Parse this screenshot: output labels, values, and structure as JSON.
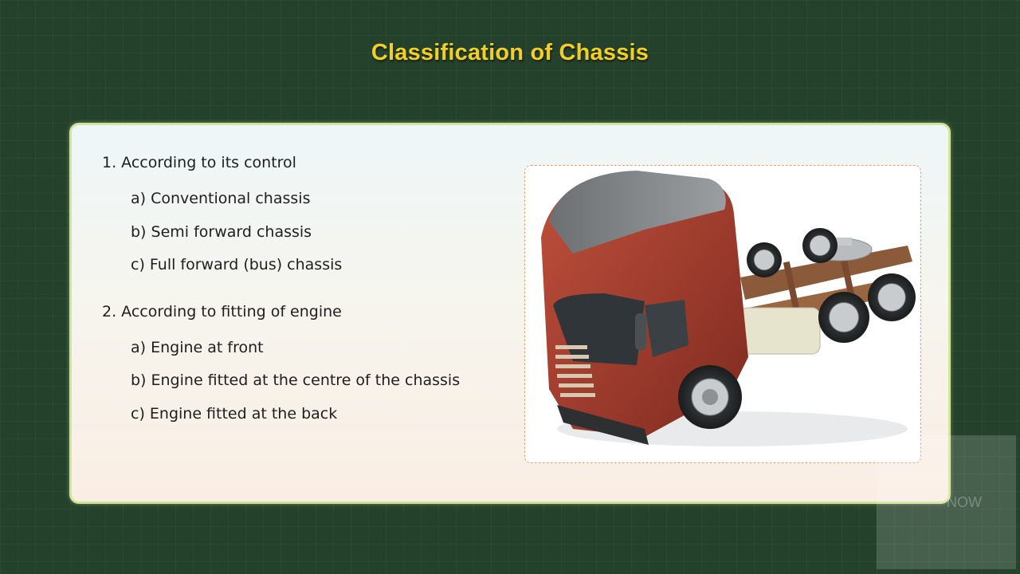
{
  "slide": {
    "title": "Classification of Chassis"
  },
  "sections": [
    {
      "heading": "1. According to its control",
      "items": [
        "a) Conventional chassis",
        "b) Semi forward chassis",
        "c) Full forward (bus) chassis"
      ]
    },
    {
      "heading": "2. According to fitting of engine",
      "items": [
        "a) Engine at front",
        "b) Engine fitted at the centre of the chassis",
        "c) Engine fitted at the back"
      ]
    }
  ],
  "image": {
    "icon": "truck-chassis-illustration"
  },
  "watermark": {
    "text": "NOW"
  },
  "colors": {
    "background": "#24412b",
    "title": "#f2cf22",
    "panel_border": "#cfe59a",
    "image_border": "#e8a068",
    "cab_red": "#a13a2c"
  }
}
